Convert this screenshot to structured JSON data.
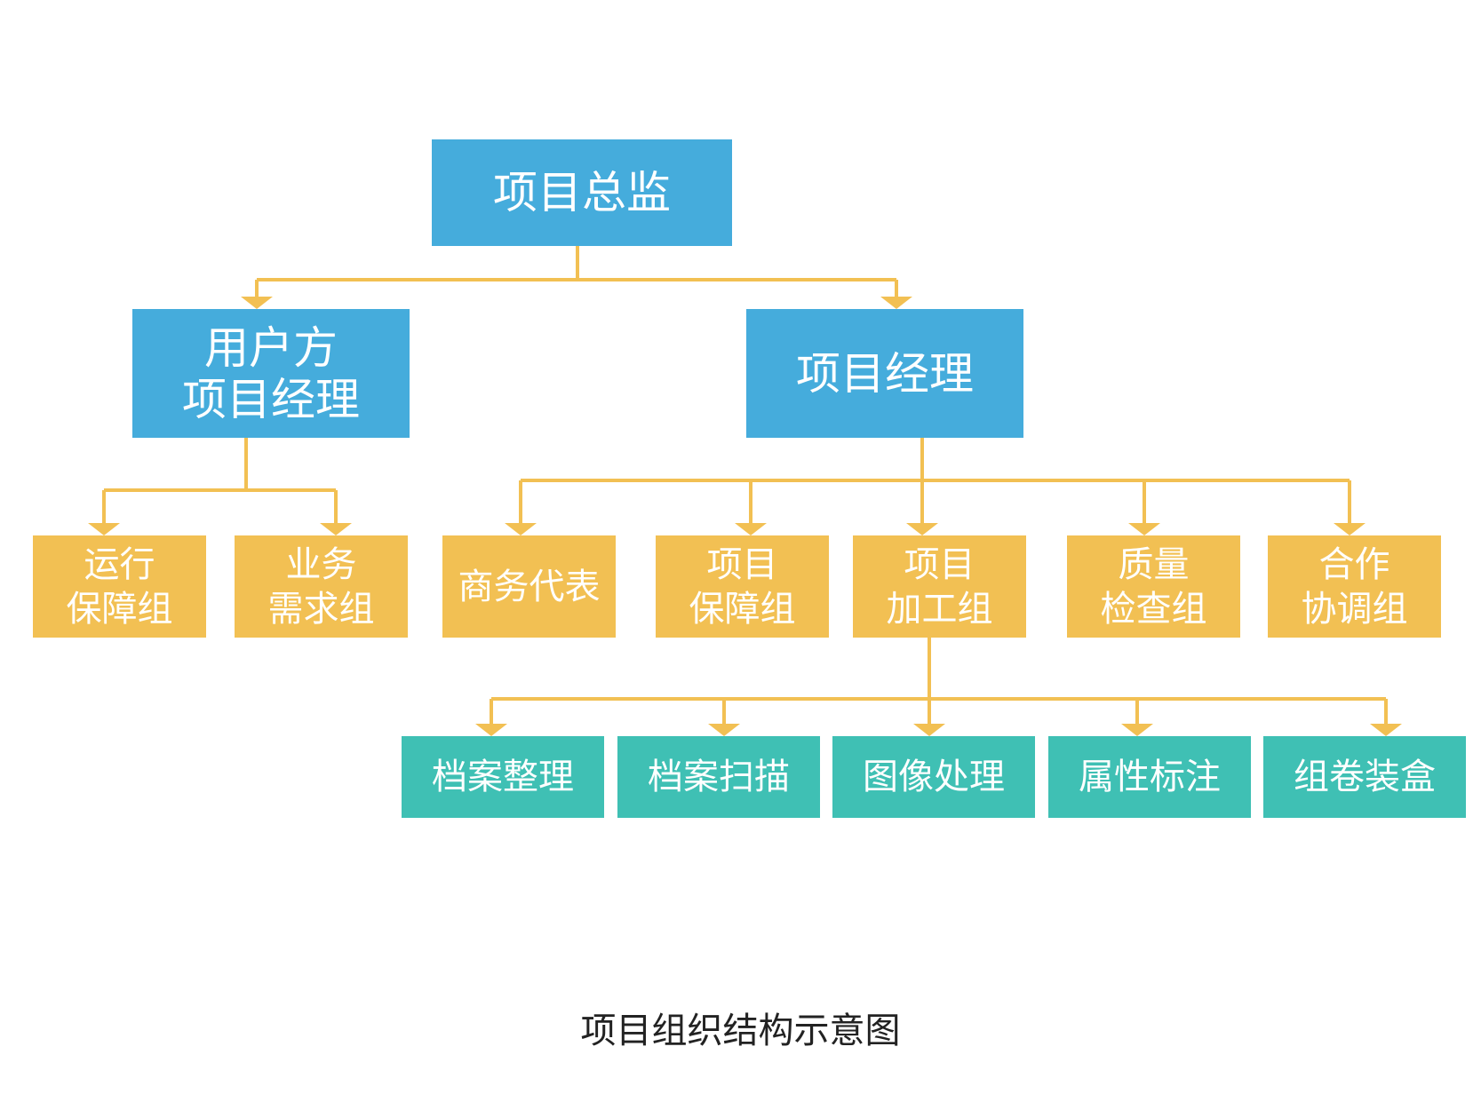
{
  "colors": {
    "blue": "#45acdc",
    "yellow": "#f2c053",
    "teal": "#3fc0b4",
    "connector": "#f2c053"
  },
  "nodes": {
    "director": [
      "项目总监"
    ],
    "client_pm": [
      "用户方",
      "项目经理"
    ],
    "pm": [
      "项目经理"
    ],
    "ops_group": [
      "运行",
      "保障组"
    ],
    "biz_group": [
      "业务",
      "需求组"
    ],
    "biz_rep": [
      "商务代表"
    ],
    "support_group": [
      "项目",
      "保障组"
    ],
    "processing_group": [
      "项目",
      "加工组"
    ],
    "qa_group": [
      "质量",
      "检查组"
    ],
    "coord_group": [
      "合作",
      "协调组"
    ],
    "archive_sort": [
      "档案整理"
    ],
    "archive_scan": [
      "档案扫描"
    ],
    "image_proc": [
      "图像处理"
    ],
    "attr_label": [
      "属性标注"
    ],
    "volume_box": [
      "组卷装盒"
    ]
  },
  "caption": "项目组织结构示意图"
}
